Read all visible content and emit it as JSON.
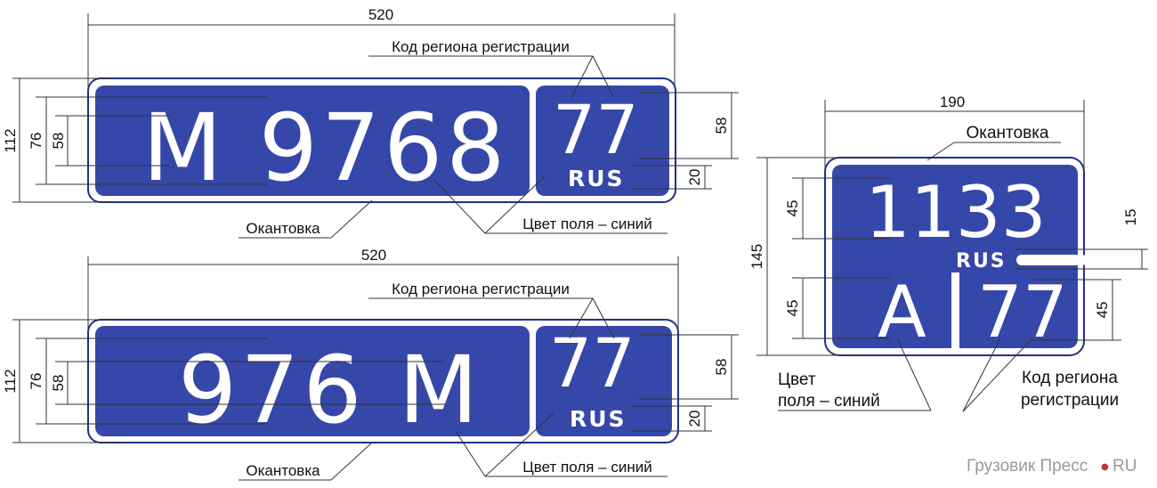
{
  "colors": {
    "plate_field": "#3547a8",
    "plate_border": "#22318a",
    "accent_watermark": "#c0392b"
  },
  "plate1": {
    "width_dim": "520",
    "height_dim": "112",
    "inner_dim": "76",
    "char_dim": "58",
    "reg_dim_top": "58",
    "reg_dim_bottom": "20",
    "main_text": "М 9768",
    "region": "77",
    "rus": "RUS",
    "label_region": "Код региона регистрации",
    "label_border": "Окантовка",
    "label_field": "Цвет поля – синий"
  },
  "plate2": {
    "width_dim": "520",
    "height_dim": "112",
    "inner_dim": "76",
    "char_dim": "58",
    "reg_dim_top": "58",
    "reg_dim_bottom": "20",
    "main_text": "976 М",
    "region": "77",
    "rus": "RUS",
    "label_region": "Код региона регистрации",
    "label_border": "Окантовка",
    "label_field": "Цвет поля – синий"
  },
  "plate3": {
    "width_dim": "190",
    "height_dim": "145",
    "top_char_dim": "45",
    "bottom_char_dim": "45",
    "right_char_dim": "45",
    "rus_dim": "15",
    "top_text": "1133",
    "rus": "RUS",
    "letter": "А",
    "region": "77",
    "label_border": "Окантовка",
    "label_field_line1": "Цвет",
    "label_field_line2": "поля – синий",
    "label_region_line1": "Код региона",
    "label_region_line2": "регистрации"
  },
  "watermark": {
    "text": "Грузовик Пресс",
    "dot": "●",
    "suffix": "RU"
  }
}
